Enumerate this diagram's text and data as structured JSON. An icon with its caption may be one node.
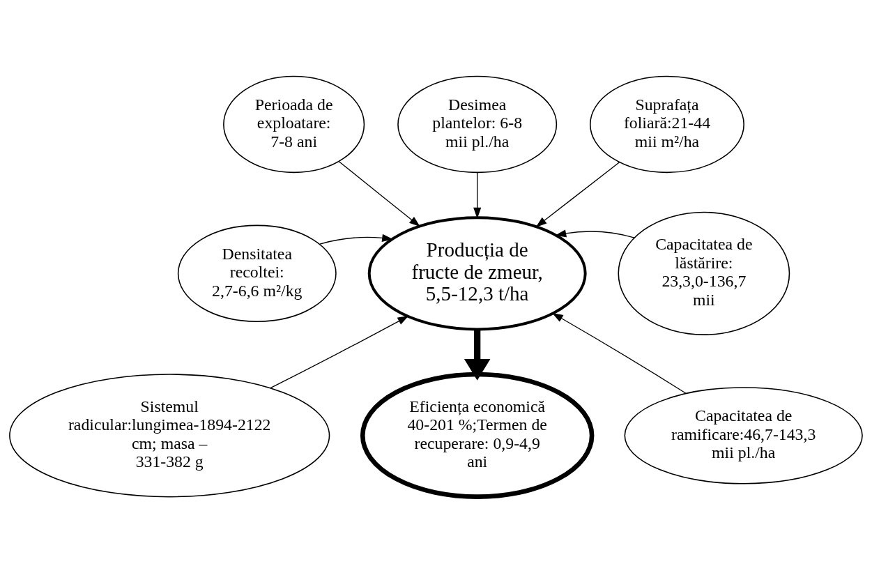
{
  "diagram": {
    "nodes": [
      {
        "text": [
          "Perioada de exploatare: 7-8 ani"
        ]
      },
      {
        "text": [
          "Desimea plantelor: 6-8 mii pl./ha"
        ]
      },
      {
        "text": [
          "Suprafața foliară:21-44 mii m²/ha"
        ]
      },
      {
        "text": [
          "Densitatea recoltei: 2,7-6,6 m²/kg"
        ]
      },
      {
        "text": [
          "Producția de fructe de zmeur, 5,5-12,3 t/ha"
        ]
      },
      {
        "text": [
          "Capacitatea de lăstărire: 23,3,0-136,7 mii"
        ]
      },
      {
        "text": [
          "Sistemul radicular:lungimea-1894-2122 cm; masa – 331-382 g"
        ]
      },
      {
        "text": [
          "Capacitatea de ramificare:46,7-143,3 mii pl./ha"
        ]
      },
      {
        "text": [
          "Eficiența economică 40-201 %;Termen de recuperare: 0,9-4,9 ani"
        ]
      }
    ],
    "edges": [
      {
        "from": 0,
        "to": 4,
        "arrow": "to"
      },
      {
        "from": 1,
        "to": 4,
        "arrow": "to"
      },
      {
        "from": 2,
        "to": 4,
        "arrow": "to"
      },
      {
        "from": 3,
        "to": 4,
        "arrow": "to"
      },
      {
        "from": 5,
        "to": 4,
        "arrow": "to"
      },
      {
        "from": 6,
        "to": 4,
        "arrow": "to"
      },
      {
        "from": 7,
        "to": 4,
        "arrow": "to"
      },
      {
        "from": 4,
        "to": 8,
        "arrow": "to",
        "style": "thick"
      }
    ]
  }
}
